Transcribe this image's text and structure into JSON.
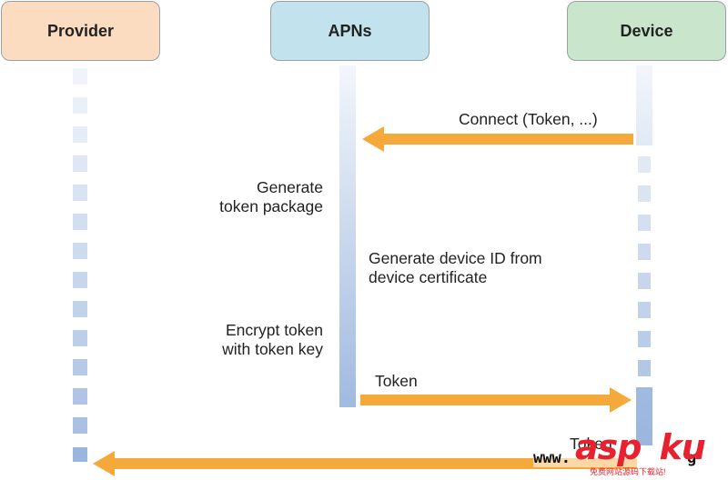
{
  "participants": [
    {
      "id": "provider",
      "label": "Provider",
      "fill": "#fbdcc1",
      "lifeline": "#9bb6de"
    },
    {
      "id": "apns",
      "label": "APNs",
      "fill": "#c2e2ee",
      "lifeline": "#9bb6de"
    },
    {
      "id": "device",
      "label": "Device",
      "fill": "#c9e6cd",
      "lifeline": "#9bb6de"
    }
  ],
  "messages": [
    {
      "label": "Connect (Token, ...)",
      "from": "device",
      "to": "apns",
      "color": "#f5a93a"
    },
    {
      "label": "Token",
      "from": "apns",
      "to": "device",
      "color": "#f5a93a"
    },
    {
      "label": "Token",
      "from": "device",
      "to": "provider",
      "color": "#f5a93a"
    }
  ],
  "notes": {
    "generate_token_package": [
      "Generate",
      "token package"
    ],
    "generate_device_id": [
      "Generate device ID from",
      "device certificate"
    ],
    "encrypt_token": [
      "Encrypt token",
      "with token key"
    ]
  },
  "watermark": {
    "url_text": "www.",
    "url_tail": "g",
    "logo": "asp",
    "logo_tail": "ku",
    "tagline": "免费网站源码下载站!"
  }
}
